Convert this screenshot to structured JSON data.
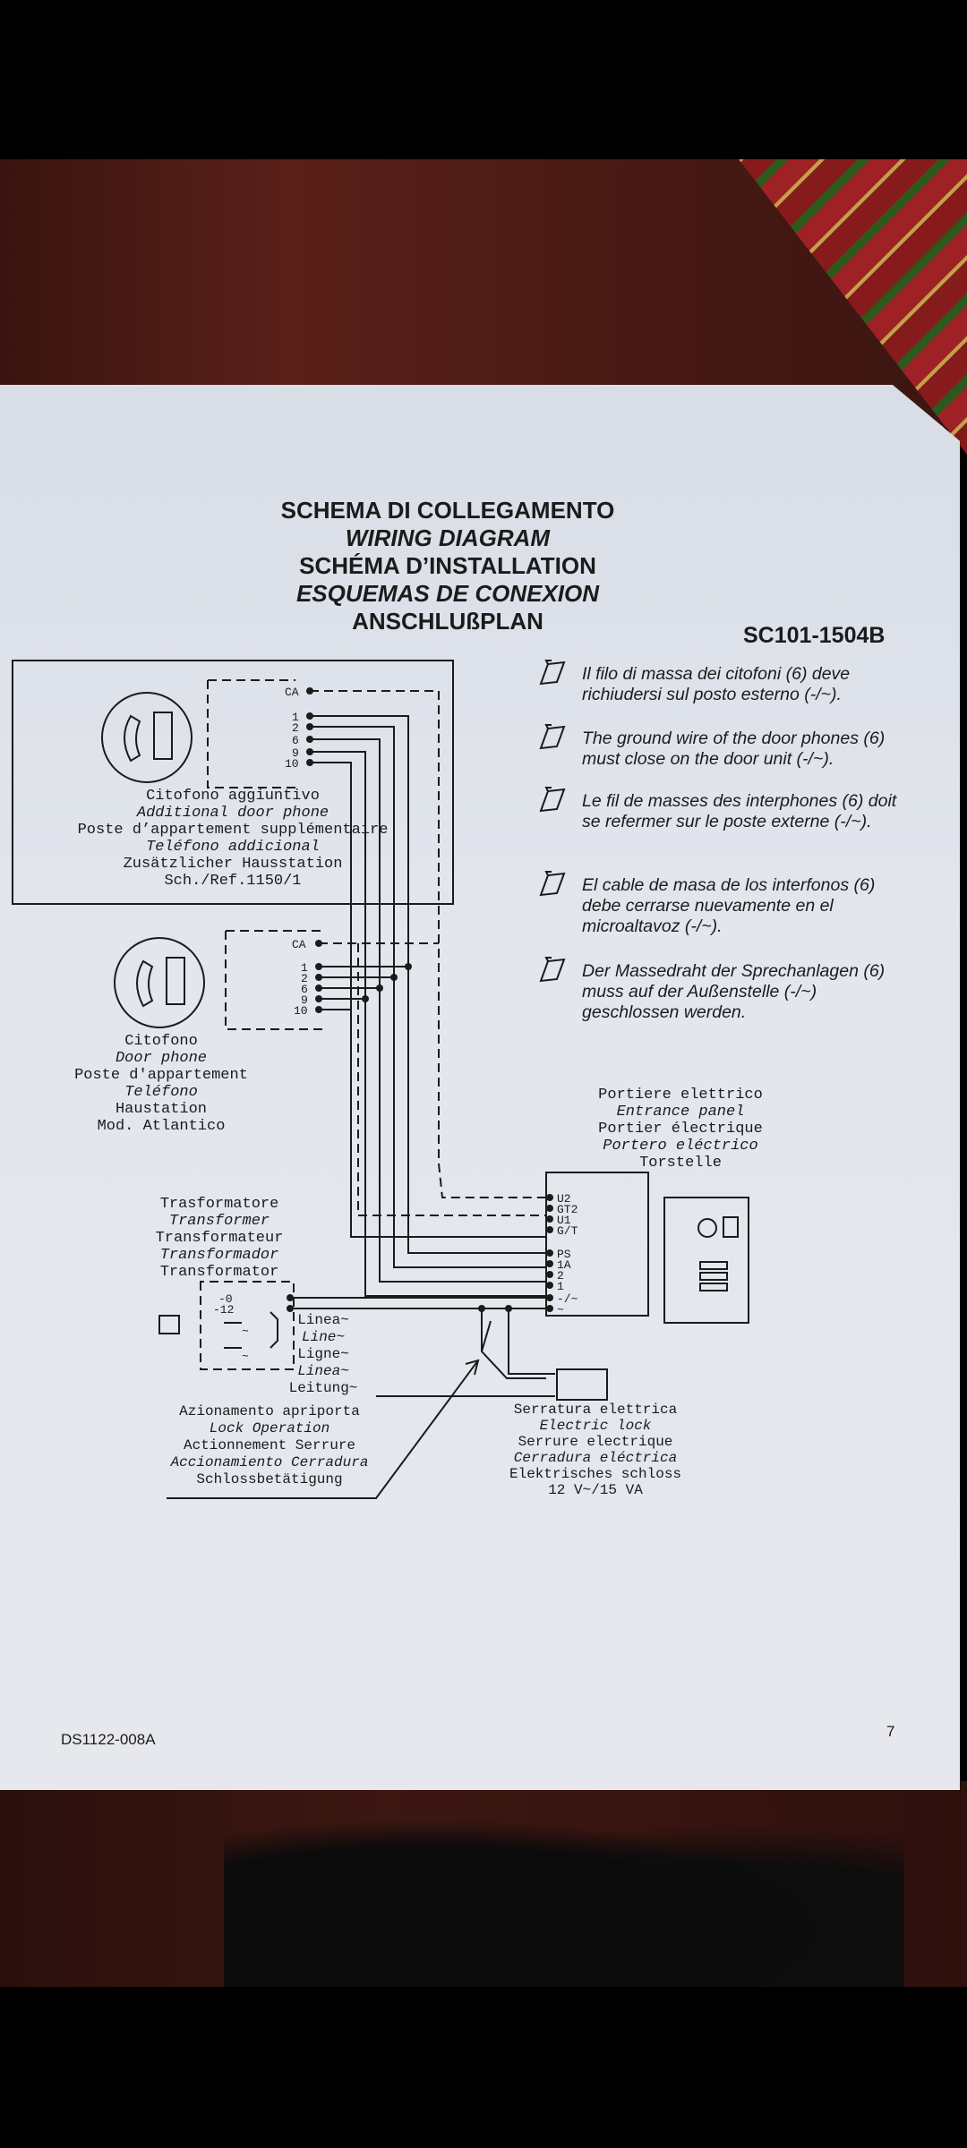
{
  "titles": [
    "SCHEMA DI COLLEGAMENTO",
    "WIRING DIAGRAM",
    "SCHÉMA D’INSTALLATION",
    "ESQUEMAS DE CONEXION",
    "ANSCHLUßPLAN"
  ],
  "model_code": "SC101-1504B",
  "notes": [
    "Il filo di massa dei citofoni (6) deve richiudersi sul posto esterno (-/~).",
    "The ground wire of the door phones (6) must close on the door unit (-/~).",
    "Le fil de masses des interphones (6) doit se refermer sur le poste externe (-/~).",
    "El cable de masa de los interfonos (6) debe cerrarse nuevamente en el microaltavoz (-/~).",
    "Der Massedraht der Sprechanlagen (6) muss auf der Außenstelle (-/~) geschlossen werden."
  ],
  "additional_phone": {
    "lines": [
      "Citofono aggiuntivo",
      "Additional door phone",
      "Poste d’appartement supplémentaire",
      "Teléfono addicional",
      "Zusätzlicher Hausstation",
      "Sch./Ref.1150/1"
    ],
    "terminals": [
      "CA",
      "1",
      "2",
      "6",
      "9",
      "10"
    ]
  },
  "door_phone": {
    "lines": [
      "Citofono",
      "Door phone",
      "Poste d'appartement",
      "Teléfono",
      "Haustation",
      "Mod. Atlantico"
    ],
    "terminals": [
      "CA",
      "1",
      "2",
      "6",
      "9",
      "10"
    ]
  },
  "entrance_panel": {
    "lines": [
      "Portiere elettrico",
      "Entrance panel",
      "Portier électrique",
      "Portero eléctrico",
      "Torstelle"
    ],
    "terminals": [
      "U2",
      "GT2",
      "U1",
      "G/T",
      "PS",
      "1A",
      "2",
      "1",
      "-/~",
      "~"
    ]
  },
  "transformer": {
    "lines": [
      "Trasformatore",
      "Transformer",
      "Transformateur",
      "Transformador",
      "Transformator"
    ],
    "terminals": [
      "-0",
      "-12",
      "~",
      "~"
    ],
    "line_labels": [
      "Linea~",
      "Line~",
      "Ligne~",
      "Linea~",
      "Leitung~"
    ]
  },
  "lock_operation": {
    "lines": [
      "Azionamento apriporta",
      "Lock Operation",
      "Actionnement Serrure",
      "Accionamiento Cerradura",
      "Schlossbetätigung"
    ]
  },
  "electric_lock": {
    "lines": [
      "Serratura elettrica",
      "Electric lock",
      "Serrure electrique",
      "Cerradura eléctrica",
      "Elektrisches schloss",
      "12 V~/15 VA"
    ]
  },
  "footer": {
    "code": "DS1122-008A",
    "page": "7"
  }
}
